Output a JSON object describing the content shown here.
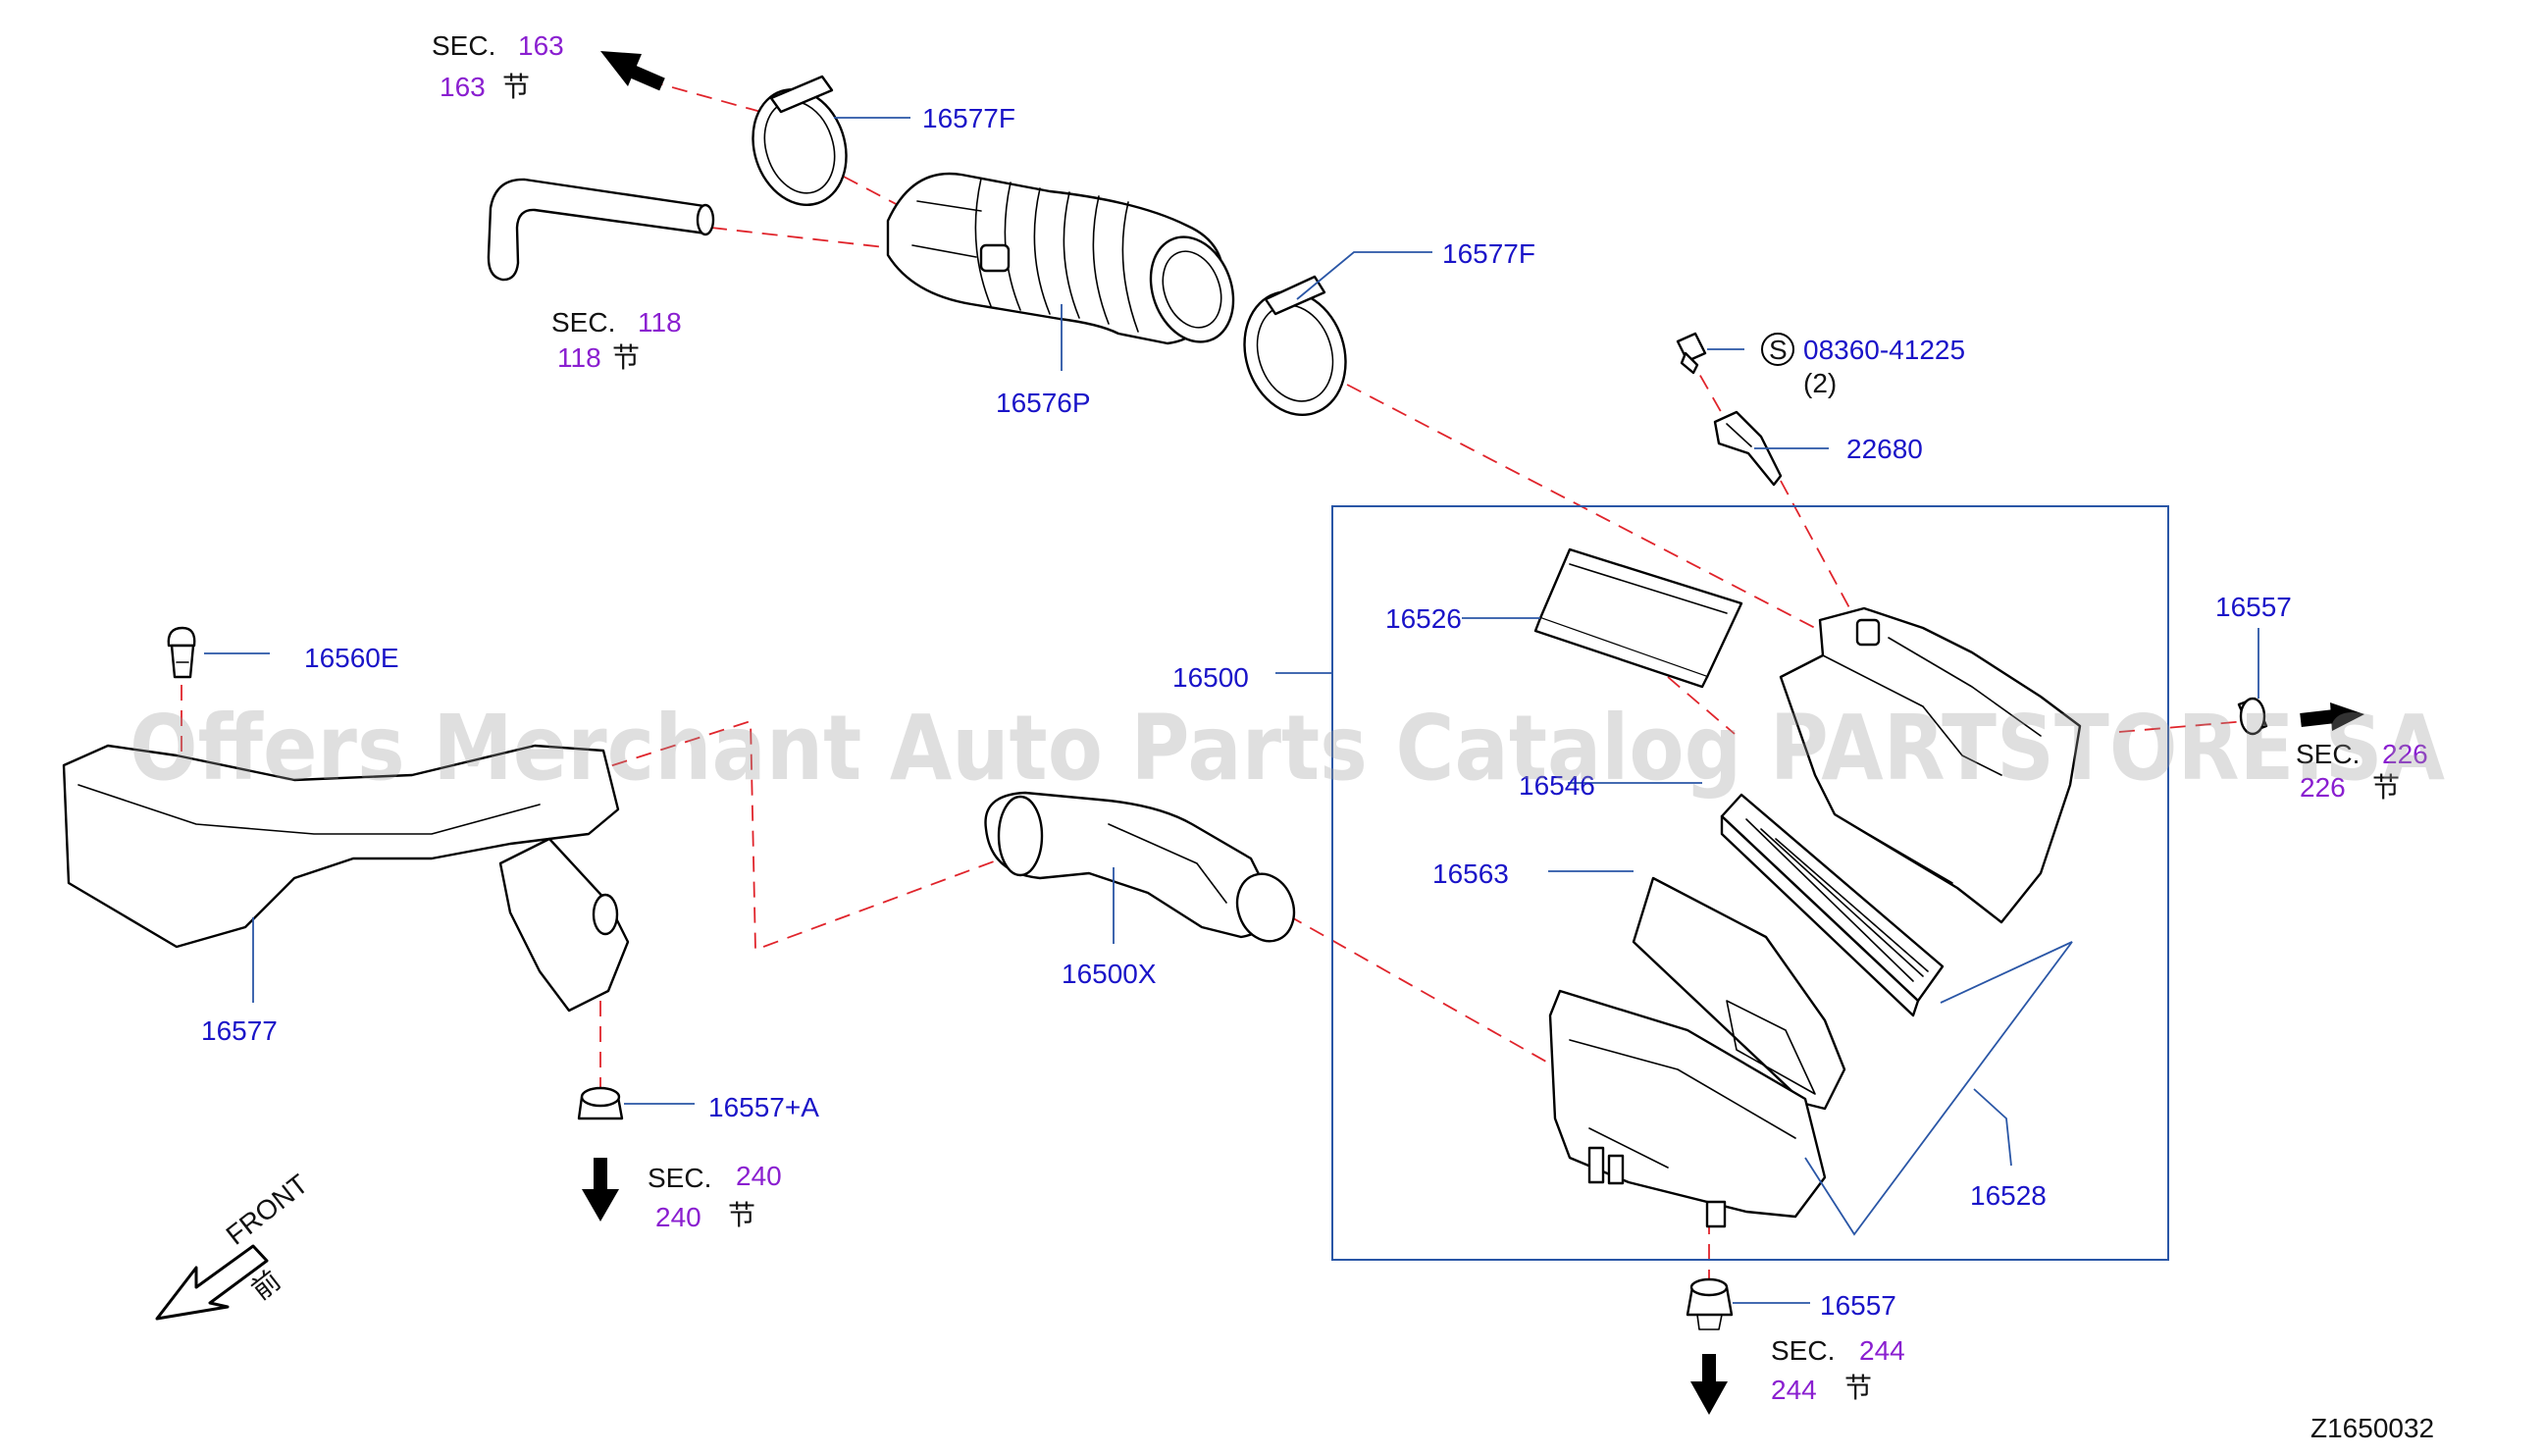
{
  "watermark": "Offers Merchant Auto Parts Catalog PARTSTORE.SA",
  "diagram_id": "Z1650032",
  "front": {
    "label": "FRONT",
    "cjk": "前"
  },
  "section_refs": [
    {
      "prefix": "SEC.",
      "number": "163",
      "sub": "163",
      "suffix": "节"
    },
    {
      "prefix": "SEC.",
      "number": "118",
      "sub": "118",
      "suffix": "节"
    },
    {
      "prefix": "SEC.",
      "number": "240",
      "sub": "240",
      "suffix": "节"
    },
    {
      "prefix": "SEC.",
      "number": "244",
      "sub": "244",
      "suffix": "节"
    },
    {
      "prefix": "SEC.",
      "number": "226",
      "sub": "226",
      "suffix": "节"
    }
  ],
  "parts": [
    {
      "number": "16577F"
    },
    {
      "number": "16577F"
    },
    {
      "number": "16576P"
    },
    {
      "number": "08360-41225",
      "qty": "(2)",
      "symbol": "S"
    },
    {
      "number": "22680"
    },
    {
      "number": "16526"
    },
    {
      "number": "16500"
    },
    {
      "number": "16557"
    },
    {
      "number": "16560E"
    },
    {
      "number": "16546"
    },
    {
      "number": "16563"
    },
    {
      "number": "16577"
    },
    {
      "number": "16500X"
    },
    {
      "number": "16557+A"
    },
    {
      "number": "16528"
    },
    {
      "number": "16557"
    }
  ]
}
